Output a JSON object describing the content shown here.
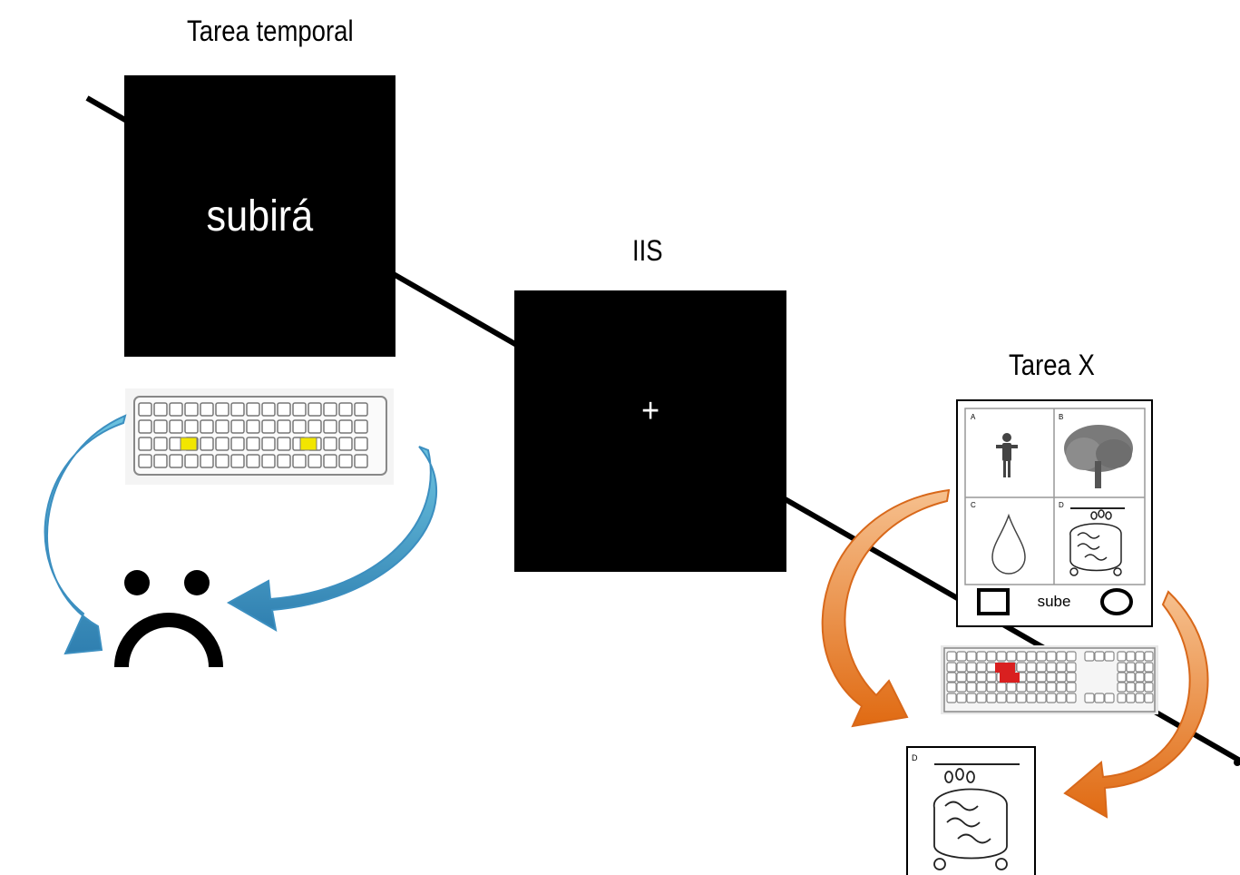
{
  "labels": {
    "temporal_task": "Tarea temporal",
    "iis": "IIS",
    "task_x": "Tarea X"
  },
  "panels": {
    "temporal_word": "subirá",
    "fixation": "+"
  },
  "task_x_card": {
    "quadrant_labels": [
      "A",
      "B",
      "C",
      "D"
    ],
    "word": "sube",
    "feedback_label": "D"
  },
  "colors": {
    "panel": "#000000",
    "blue_arrow": "#4a9fc7",
    "orange_arrow": "#e3731f",
    "light_orange_arrow": "#f2b37a",
    "highlight_key_yellow": "#f2e600",
    "highlight_key_red": "#d92020"
  },
  "icons": {
    "temporal_feedback": "sad-face-icon",
    "temporal_keyboard": "keyboard-icon",
    "task_x_keyboard": "keyboard-icon"
  }
}
